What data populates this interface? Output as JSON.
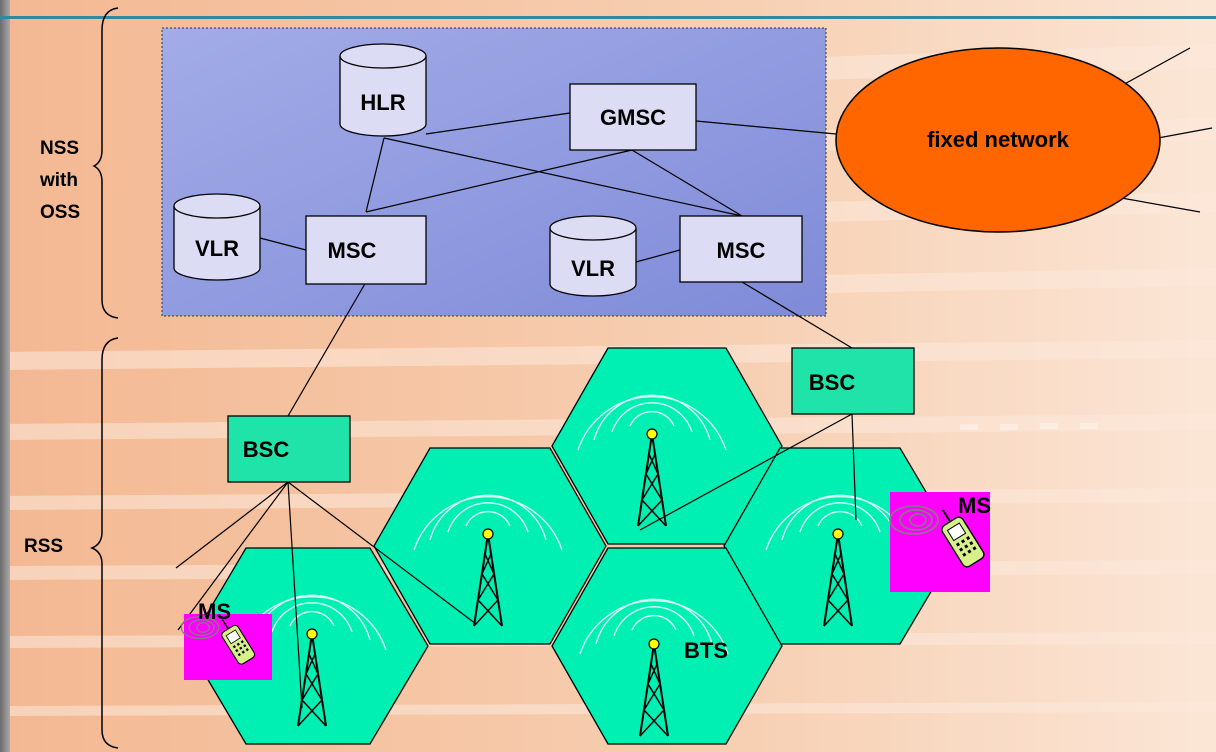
{
  "colors": {
    "background": "#f6c9a8",
    "stripe": "#fbe3d0",
    "top_rule": "#2e8b9a",
    "nss_panel": "#8f9be6",
    "node_box": "#dcdcf4",
    "cell": "#00f0b4",
    "bsc_box": "#1fe3a8",
    "fixed_network": "#ff6600",
    "ms_bg": "#ff00ff"
  },
  "labels": {
    "nss": "NSS",
    "nss_with": "with",
    "nss_oss": "OSS",
    "rss": "RSS"
  },
  "nodes": {
    "hlr": "HLR",
    "gmsc": "GMSC",
    "vlr_left": "VLR",
    "msc_left": "MSC",
    "vlr_right": "VLR",
    "msc_right": "MSC",
    "fixed_network": "fixed network",
    "bsc_left": "BSC",
    "bsc_right": "BSC",
    "ms_right": "MS",
    "ms_left": "MS",
    "bts": "BTS"
  },
  "icons": {
    "database": "cylinder",
    "tower": "antenna-tower",
    "phone": "mobile-phone"
  }
}
